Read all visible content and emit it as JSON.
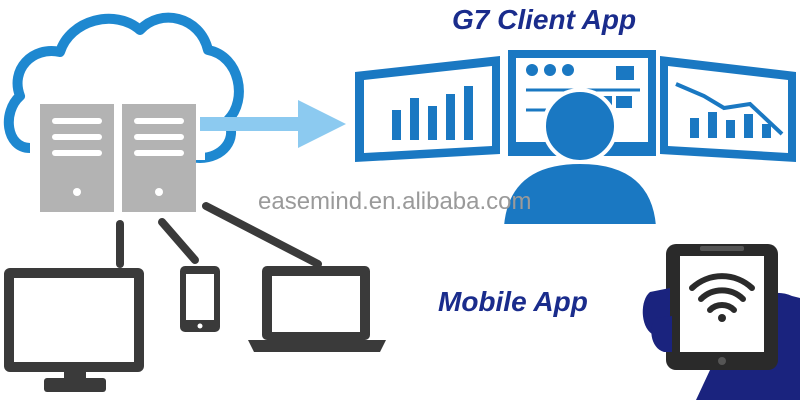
{
  "diagram": {
    "client_app_label": "G7 Client App",
    "mobile_app_label": "Mobile App",
    "watermark": "easemind.en.alibaba.com"
  },
  "colors": {
    "title": "#1a2c8c",
    "cloud_blue": "#1e88d0",
    "arrow_blue": "#8ccaf0",
    "monitor_blue": "#1a78c2",
    "server_gray": "#b3b3b3",
    "device_dark": "#3a3a3a",
    "hand_navy": "#1a237e"
  },
  "icons": {
    "cloud": "cloud-icon",
    "servers": "server-icon",
    "arrow": "arrow-right-icon",
    "monitors": "monitor-icon",
    "user": "user-icon",
    "desktop": "desktop-icon",
    "phone": "phone-icon",
    "laptop": "laptop-icon",
    "mobile_hand": "hand-phone-icon",
    "wifi": "wifi-icon"
  }
}
